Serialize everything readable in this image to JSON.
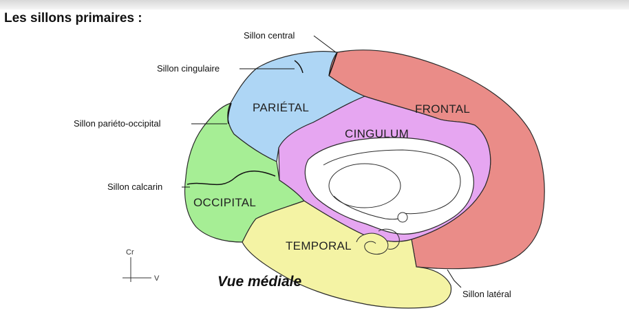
{
  "heading": "Les sillons primaires :",
  "lobes": {
    "frontal": "FRONTAL",
    "parietal": "PARIÉTAL",
    "cingulum": "CINGULUM",
    "occipital": "OCCIPITAL",
    "temporal": "TEMPORAL"
  },
  "sulci": {
    "central": "Sillon central",
    "cingulaire": "Sillon cingulaire",
    "parieto_occipital": "Sillon pariéto-occipital",
    "calcarin": "Sillon calcarin",
    "lateral": "Sillon latéral"
  },
  "view_label": "Vue médiale",
  "orientation": {
    "up": "Cr",
    "right": "V"
  },
  "colors": {
    "frontal": "#ea8c88",
    "parietal": "#aed6f5",
    "cingulum": "#e6a6f1",
    "occipital": "#a6ee95",
    "temporal": "#f4f3a4",
    "inner": "#ffffff",
    "outline": "#2a2a2a"
  }
}
